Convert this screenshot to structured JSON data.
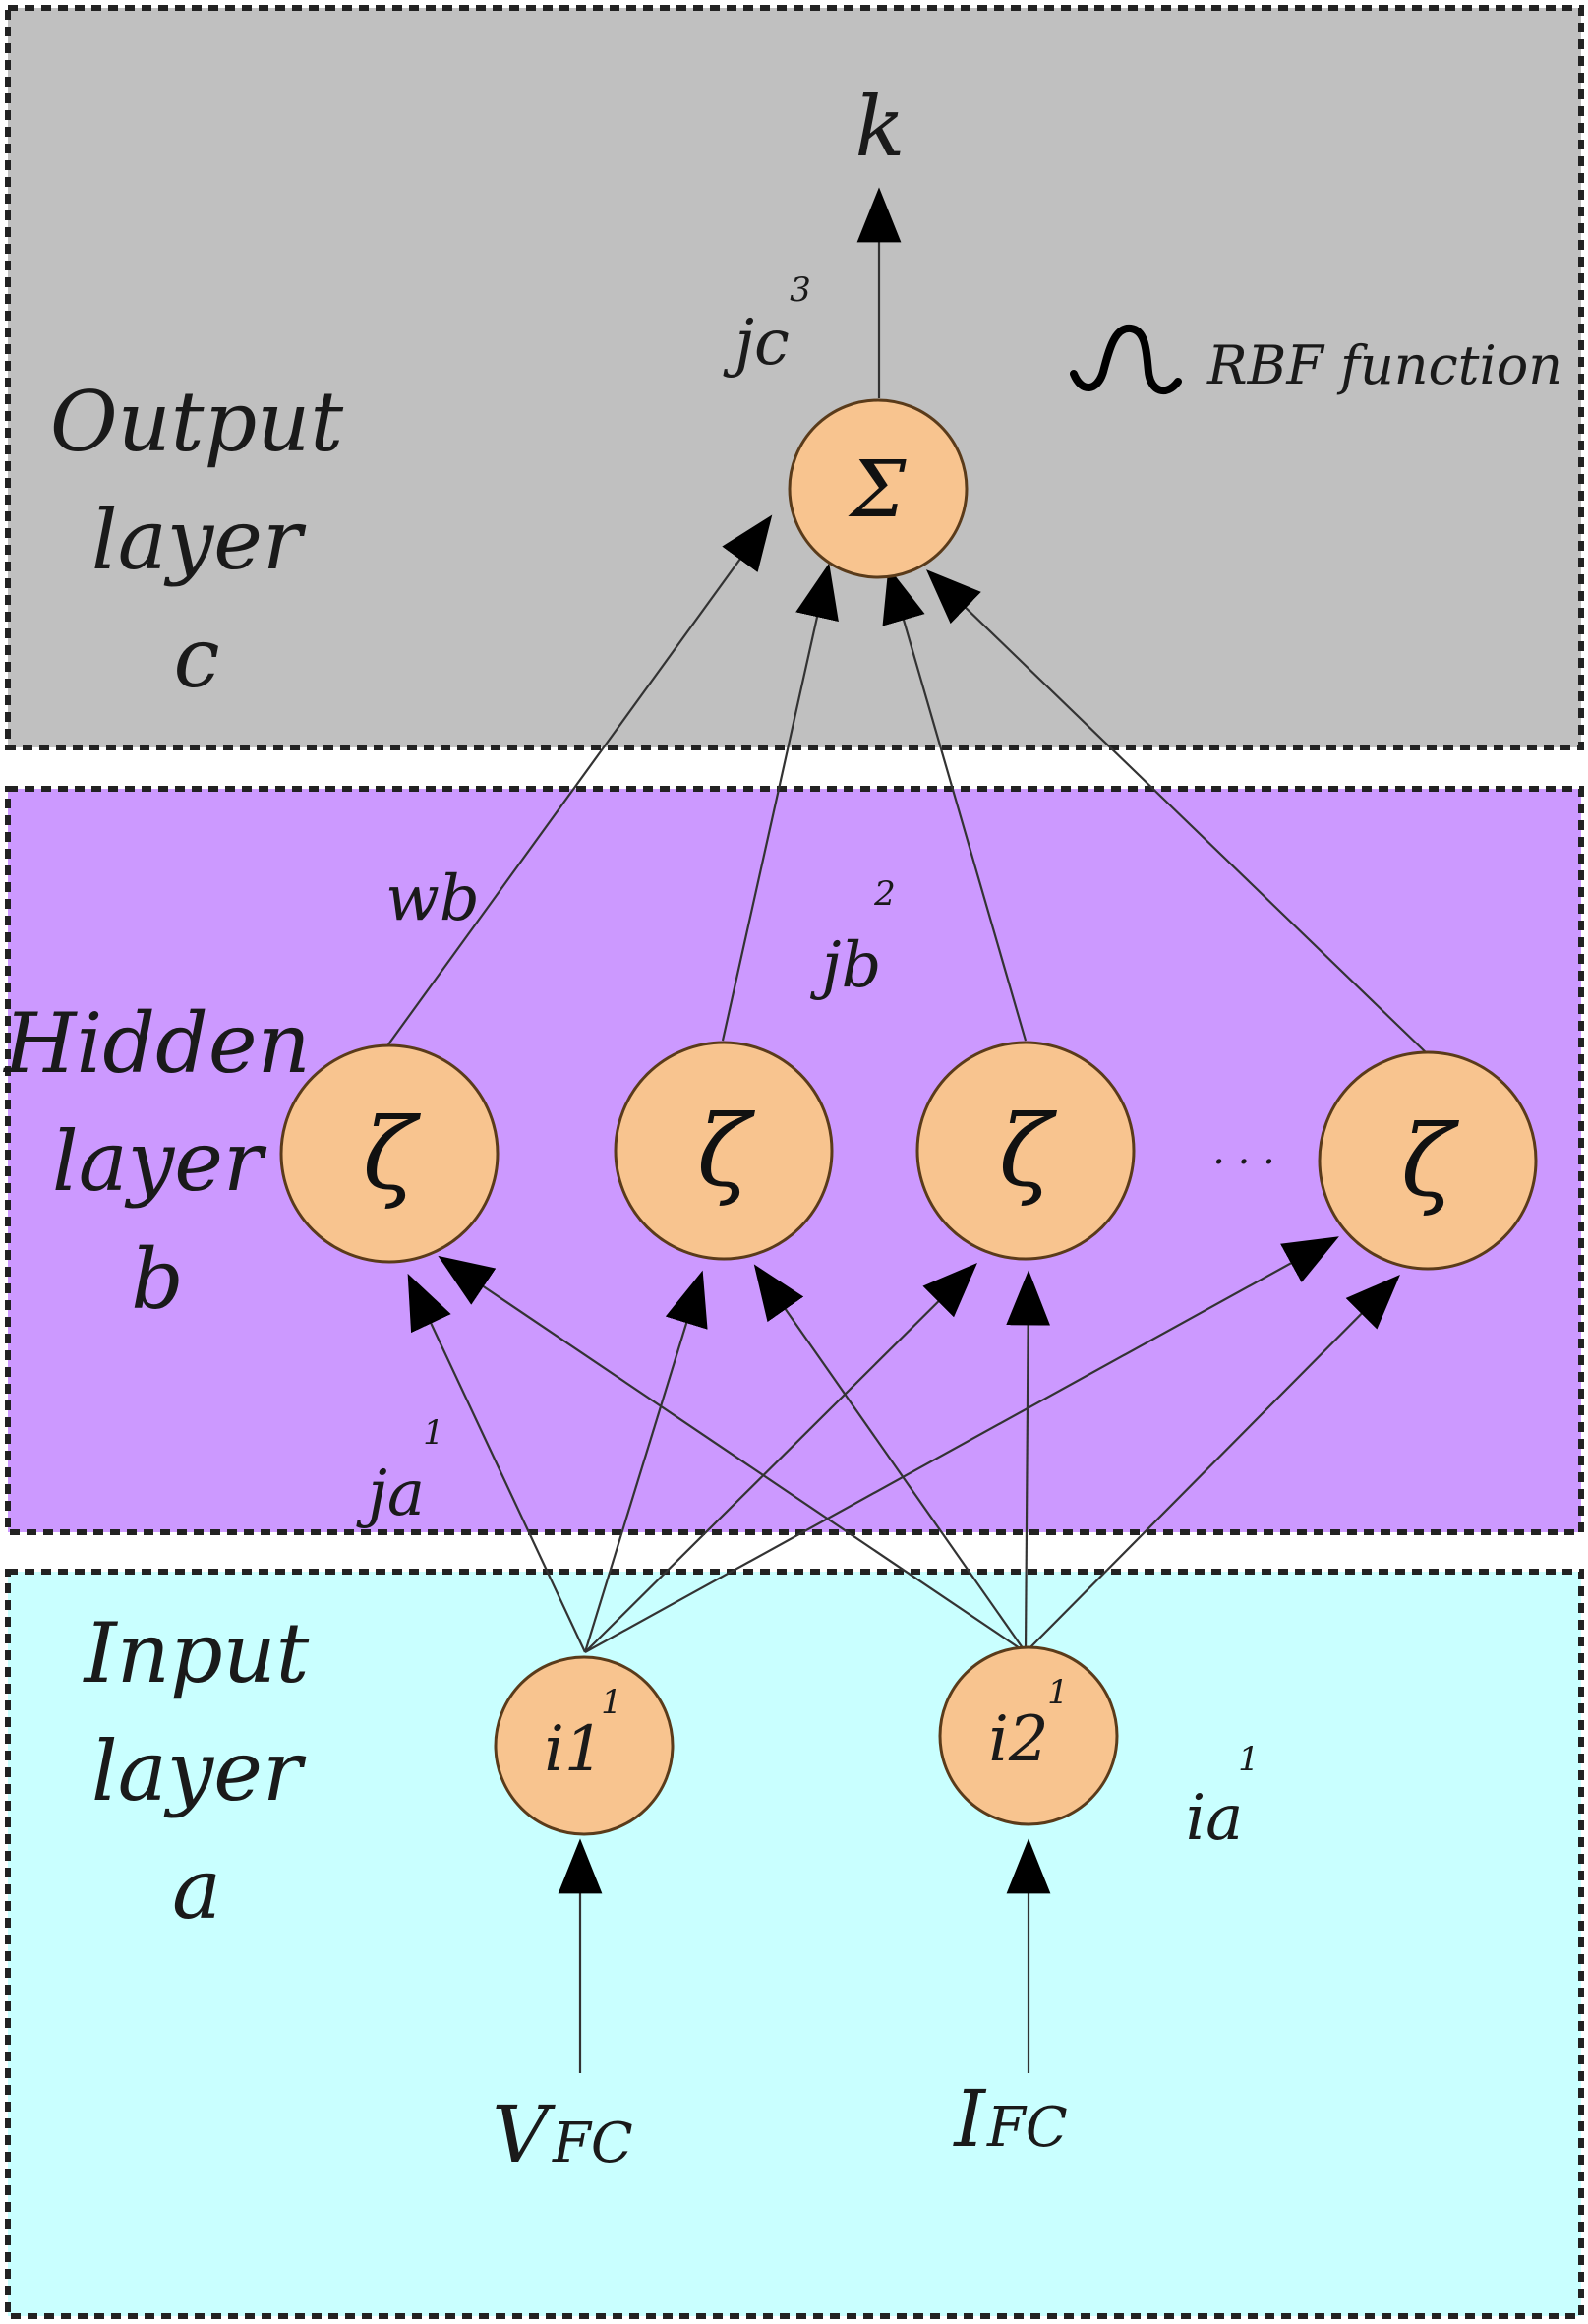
{
  "layers": {
    "output": {
      "line1": "Output",
      "line2": "layer",
      "line3": "c",
      "color": "#c0c0c0"
    },
    "hidden": {
      "line1": "Hidden",
      "line2": "layer",
      "line3": "b",
      "color": "#cc99ff"
    },
    "input": {
      "line1": "Input",
      "line2": "layer",
      "line3": "a",
      "color": "#c9ffff"
    }
  },
  "node_color": "#f8c48f",
  "output_node": {
    "symbol": "Σ"
  },
  "hidden_nodes": [
    {
      "symbol": "ζ"
    },
    {
      "symbol": "ζ"
    },
    {
      "symbol": "ζ"
    },
    {
      "symbol": "ζ"
    }
  ],
  "hidden_ellipsis": "· · ·",
  "input_nodes": [
    {
      "base": "i1",
      "sup": "1"
    },
    {
      "base": "i2",
      "sup": "1"
    }
  ],
  "inputs": [
    {
      "main": "V",
      "sub": "FC"
    },
    {
      "main": "I",
      "sub": "FC"
    }
  ],
  "output_label": "k",
  "annotations": {
    "jc": {
      "base": "jc",
      "sup": "3"
    },
    "jb": {
      "base": "jb",
      "sup": "2"
    },
    "ja": {
      "base": "ja",
      "sup": "1"
    },
    "ia": {
      "base": "ia",
      "sup": "1"
    },
    "wb": "wb"
  },
  "legend": {
    "text": "RBF function",
    "icon": "rbf-wave-icon"
  }
}
